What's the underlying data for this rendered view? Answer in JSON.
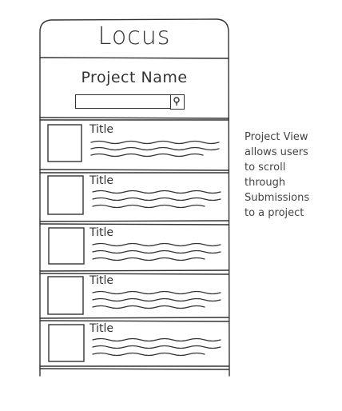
{
  "app": {
    "title": "Locus"
  },
  "header": {
    "project_name": "Project Name"
  },
  "search": {
    "icon": "search-icon"
  },
  "list": {
    "items": [
      {
        "title": "Title",
        "thumbnail": "image-placeholder"
      },
      {
        "title": "Title",
        "thumbnail": "image-placeholder"
      },
      {
        "title": "Title",
        "thumbnail": "image-placeholder"
      },
      {
        "title": "Title",
        "thumbnail": "image-placeholder"
      },
      {
        "title": "Title",
        "thumbnail": "image-placeholder"
      }
    ]
  },
  "annotation": {
    "lines": [
      "Project View",
      "allows users",
      "to scroll",
      "through",
      "Submissions",
      "to a project"
    ]
  },
  "colors": {
    "ink": "#333333",
    "background": "#ffffff"
  }
}
